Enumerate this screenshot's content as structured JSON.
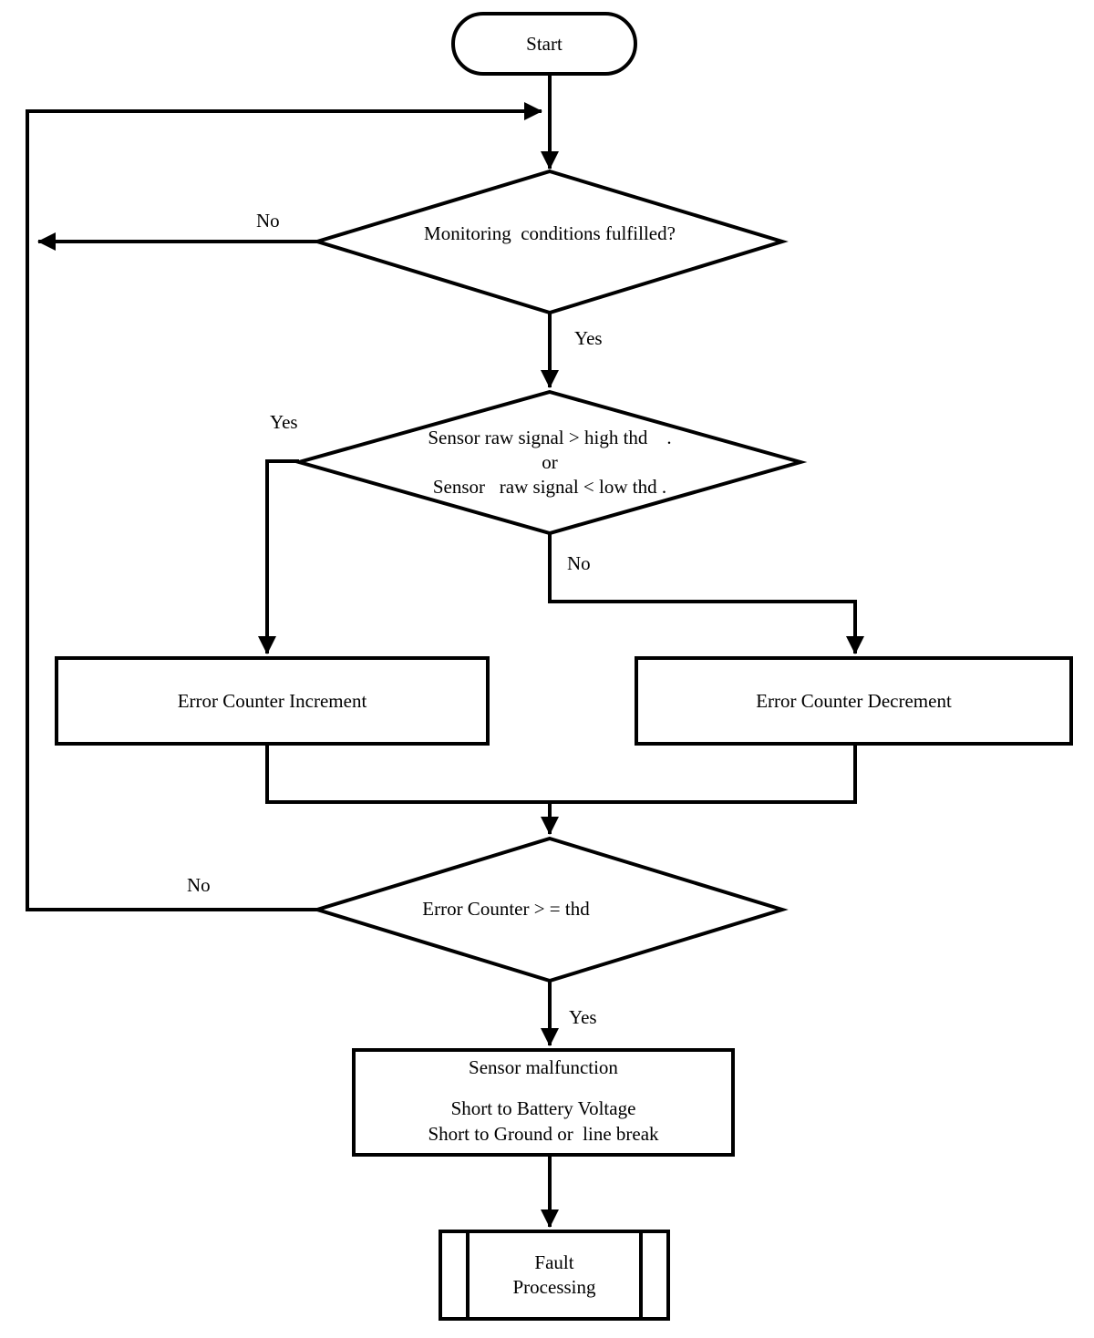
{
  "diagram": {
    "type": "flowchart",
    "background_color": "#ffffff",
    "line_color": "#000000",
    "text_color": "#000000",
    "nodes": {
      "start": {
        "shape": "terminator",
        "label": "Start"
      },
      "monitoring_decision": {
        "shape": "decision",
        "label": "Monitoring  conditions fulfilled?"
      },
      "signal_decision": {
        "shape": "decision",
        "label": "Sensor raw signal > high thd    .\nor\nSensor   raw signal < low thd ."
      },
      "error_counter_increment": {
        "shape": "process",
        "label": "Error Counter Increment"
      },
      "error_counter_decrement": {
        "shape": "process",
        "label": "Error Counter Decrement"
      },
      "error_counter_decision": {
        "shape": "decision",
        "label": "Error Counter > = thd"
      },
      "sensor_malfunction": {
        "shape": "process",
        "title": "Sensor malfunction",
        "detail": "Short to Battery Voltage\nShort to Ground or  line break"
      },
      "fault_processing": {
        "shape": "predefined-process",
        "label": "Fault\nProcessing"
      }
    },
    "edges": {
      "monitoring_no": {
        "label": "No"
      },
      "monitoring_yes": {
        "label": "Yes"
      },
      "signal_yes": {
        "label": "Yes"
      },
      "signal_no": {
        "label": "No"
      },
      "counter_no": {
        "label": "No"
      },
      "counter_yes": {
        "label": "Yes"
      }
    }
  }
}
